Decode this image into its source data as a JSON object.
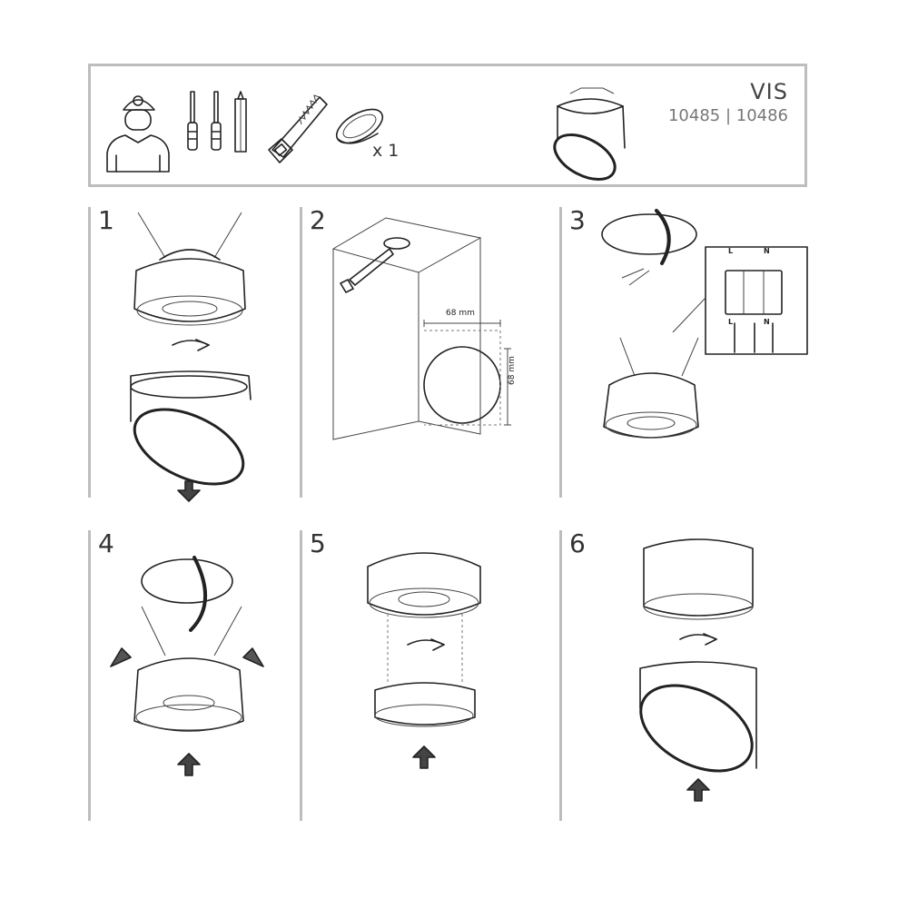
{
  "header": {
    "product_name": "VIS",
    "product_codes": "10485 | 10486",
    "quantity_label": "x 1"
  },
  "steps": [
    {
      "number": "1"
    },
    {
      "number": "2",
      "dimension_width": "68 mm",
      "dimension_height": "68 mm"
    },
    {
      "number": "3",
      "terminals_top": [
        "L",
        "N"
      ],
      "terminals_bottom": [
        "L",
        "N"
      ]
    },
    {
      "number": "4"
    },
    {
      "number": "5"
    },
    {
      "number": "6"
    }
  ],
  "icons": {
    "installer": "installer-icon",
    "screwdriver": "screwdriver-icon",
    "pencil": "pencil-icon",
    "saw": "hole-saw-icon",
    "fixture": "mounting-plate-icon",
    "product": "downlight-icon"
  },
  "colors": {
    "frame": "#bdbdbd",
    "line": "#222222",
    "text_muted": "#777777"
  }
}
